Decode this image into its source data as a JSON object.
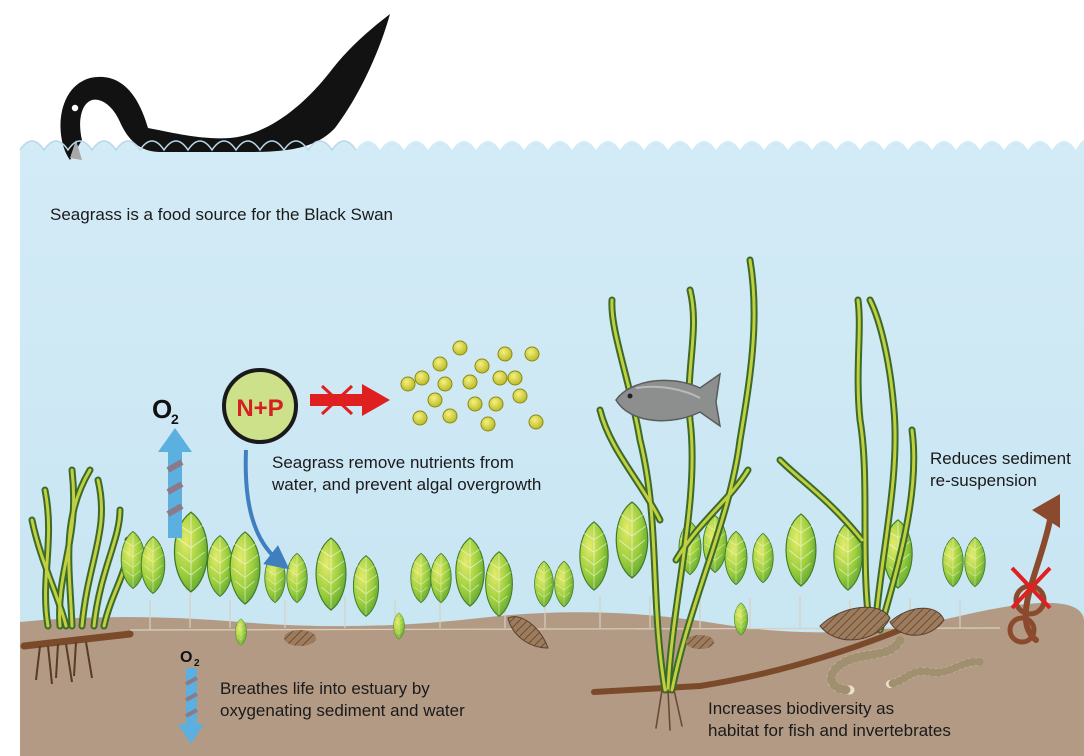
{
  "labels": {
    "swan": "Seagrass is a food source for the Black Swan",
    "nutrients": "Seagrass remove nutrients from\nwater, and prevent algal overgrowth",
    "oxygen": "Breathes life into estuary by\noxygenating sediment and water",
    "sediment": "Reduces sediment\nre-suspension",
    "biodiversity": "Increases biodiversity as\nhabitat for fish and invertebrates"
  },
  "symbols": {
    "nutrient_circle": "N+P",
    "oxygen_symbol": "O",
    "oxygen_subscript": "2"
  },
  "colors": {
    "water": "#cde8f4",
    "sediment": "#b59a82",
    "swan": "#111111",
    "seagrass_leaf": "#8cc43c",
    "rhizome": "#7a4a2a",
    "nutrient_arrow": "#e02020",
    "oxygen_arrow": "#5bb0e0"
  }
}
